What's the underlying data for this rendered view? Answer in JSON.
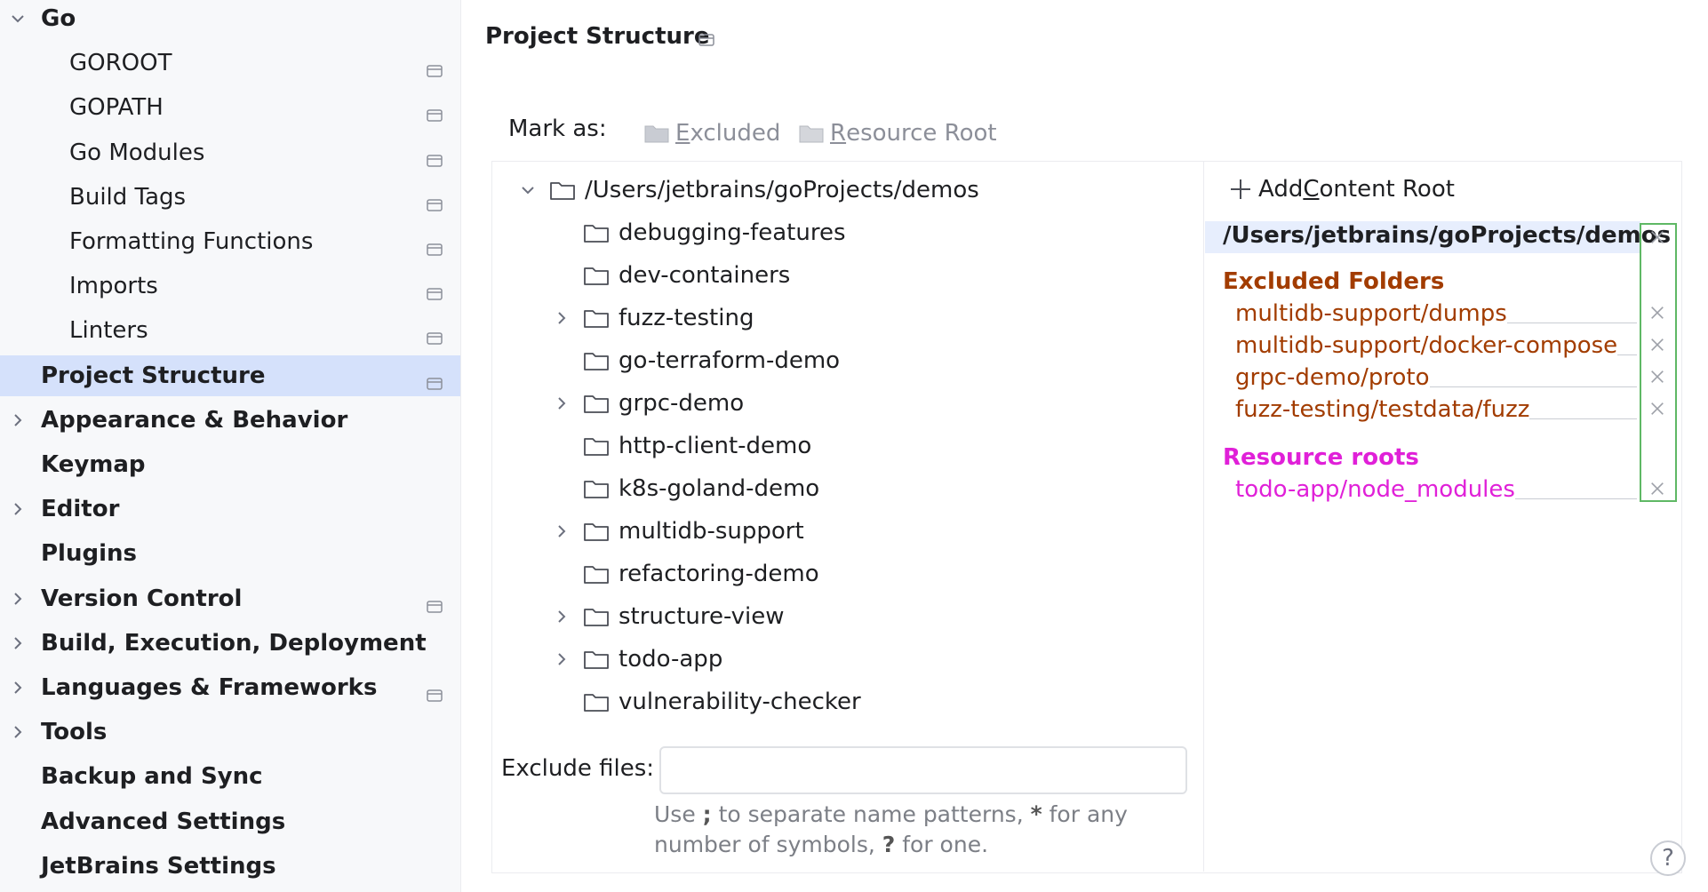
{
  "sidebar": {
    "items": [
      {
        "label": "Go",
        "kind": "top",
        "chevron": "down",
        "project": false
      },
      {
        "label": "GOROOT",
        "kind": "child",
        "chevron": "",
        "project": true
      },
      {
        "label": "GOPATH",
        "kind": "child",
        "chevron": "",
        "project": true
      },
      {
        "label": "Go Modules",
        "kind": "child",
        "chevron": "",
        "project": true
      },
      {
        "label": "Build Tags",
        "kind": "child",
        "chevron": "",
        "project": true
      },
      {
        "label": "Formatting Functions",
        "kind": "child",
        "chevron": "",
        "project": true
      },
      {
        "label": "Imports",
        "kind": "child",
        "chevron": "",
        "project": true
      },
      {
        "label": "Linters",
        "kind": "child",
        "chevron": "",
        "project": true
      },
      {
        "label": "Project Structure",
        "kind": "top",
        "chevron": "",
        "project": true,
        "selected": true
      },
      {
        "label": "Appearance & Behavior",
        "kind": "top",
        "chevron": "right",
        "project": false
      },
      {
        "label": "Keymap",
        "kind": "top",
        "chevron": "",
        "project": false
      },
      {
        "label": "Editor",
        "kind": "top",
        "chevron": "right",
        "project": false
      },
      {
        "label": "Plugins",
        "kind": "top",
        "chevron": "",
        "project": false
      },
      {
        "label": "Version Control",
        "kind": "top",
        "chevron": "right",
        "project": true
      },
      {
        "label": "Build, Execution, Deployment",
        "kind": "top",
        "chevron": "right",
        "project": false
      },
      {
        "label": "Languages & Frameworks",
        "kind": "top",
        "chevron": "right",
        "project": true
      },
      {
        "label": "Tools",
        "kind": "top",
        "chevron": "right",
        "project": false
      },
      {
        "label": "Backup and Sync",
        "kind": "top",
        "chevron": "",
        "project": false
      },
      {
        "label": "Advanced Settings",
        "kind": "top",
        "chevron": "",
        "project": false
      },
      {
        "label": "JetBrains Settings",
        "kind": "top",
        "chevron": "",
        "project": false
      }
    ]
  },
  "main": {
    "title": "Project Structure",
    "mark_as": {
      "label": "Mark as:",
      "excluded_first": "E",
      "excluded_rest": "xcluded",
      "resource_first": "R",
      "resource_rest": "esource Root"
    },
    "tree": [
      {
        "label": "/Users/jetbrains/goProjects/demos",
        "level": 0,
        "chevron": "down"
      },
      {
        "label": "debugging-features",
        "level": 1,
        "chevron": ""
      },
      {
        "label": "dev-containers",
        "level": 1,
        "chevron": ""
      },
      {
        "label": "fuzz-testing",
        "level": 1,
        "chevron": "right"
      },
      {
        "label": "go-terraform-demo",
        "level": 1,
        "chevron": ""
      },
      {
        "label": "grpc-demo",
        "level": 1,
        "chevron": "right"
      },
      {
        "label": "http-client-demo",
        "level": 1,
        "chevron": ""
      },
      {
        "label": "k8s-goland-demo",
        "level": 1,
        "chevron": ""
      },
      {
        "label": "multidb-support",
        "level": 1,
        "chevron": "right"
      },
      {
        "label": "refactoring-demo",
        "level": 1,
        "chevron": ""
      },
      {
        "label": "structure-view",
        "level": 1,
        "chevron": "right"
      },
      {
        "label": "todo-app",
        "level": 1,
        "chevron": "right"
      },
      {
        "label": "vulnerability-checker",
        "level": 1,
        "chevron": ""
      }
    ],
    "exclude_files": {
      "label": "Exclude files:",
      "value": "",
      "hint_part1": "Use ",
      "hint_sep": ";",
      "hint_part2": " to separate name patterns, ",
      "hint_star": "*",
      "hint_part3": " for any number of symbols, ",
      "hint_q": "?",
      "hint_part4": " for one."
    }
  },
  "content_roots": {
    "add_first": "Add ",
    "add_underlined": "C",
    "add_rest": "ontent Root",
    "root_path": "/Users/jetbrains/goProjects/demos",
    "excluded_heading": "Excluded Folders",
    "excluded": [
      "multidb-support/dumps",
      "multidb-support/docker-compose",
      "grpc-demo/proto",
      "fuzz-testing/testdata/fuzz"
    ],
    "resource_heading": "Resource roots",
    "resources": [
      "todo-app/node_modules"
    ],
    "colors": {
      "excluded": "#a23c00",
      "resource": "#e020d8",
      "selected_bg": "#d5e1fb",
      "green_box": "#5fb865"
    }
  },
  "help_label": "?"
}
